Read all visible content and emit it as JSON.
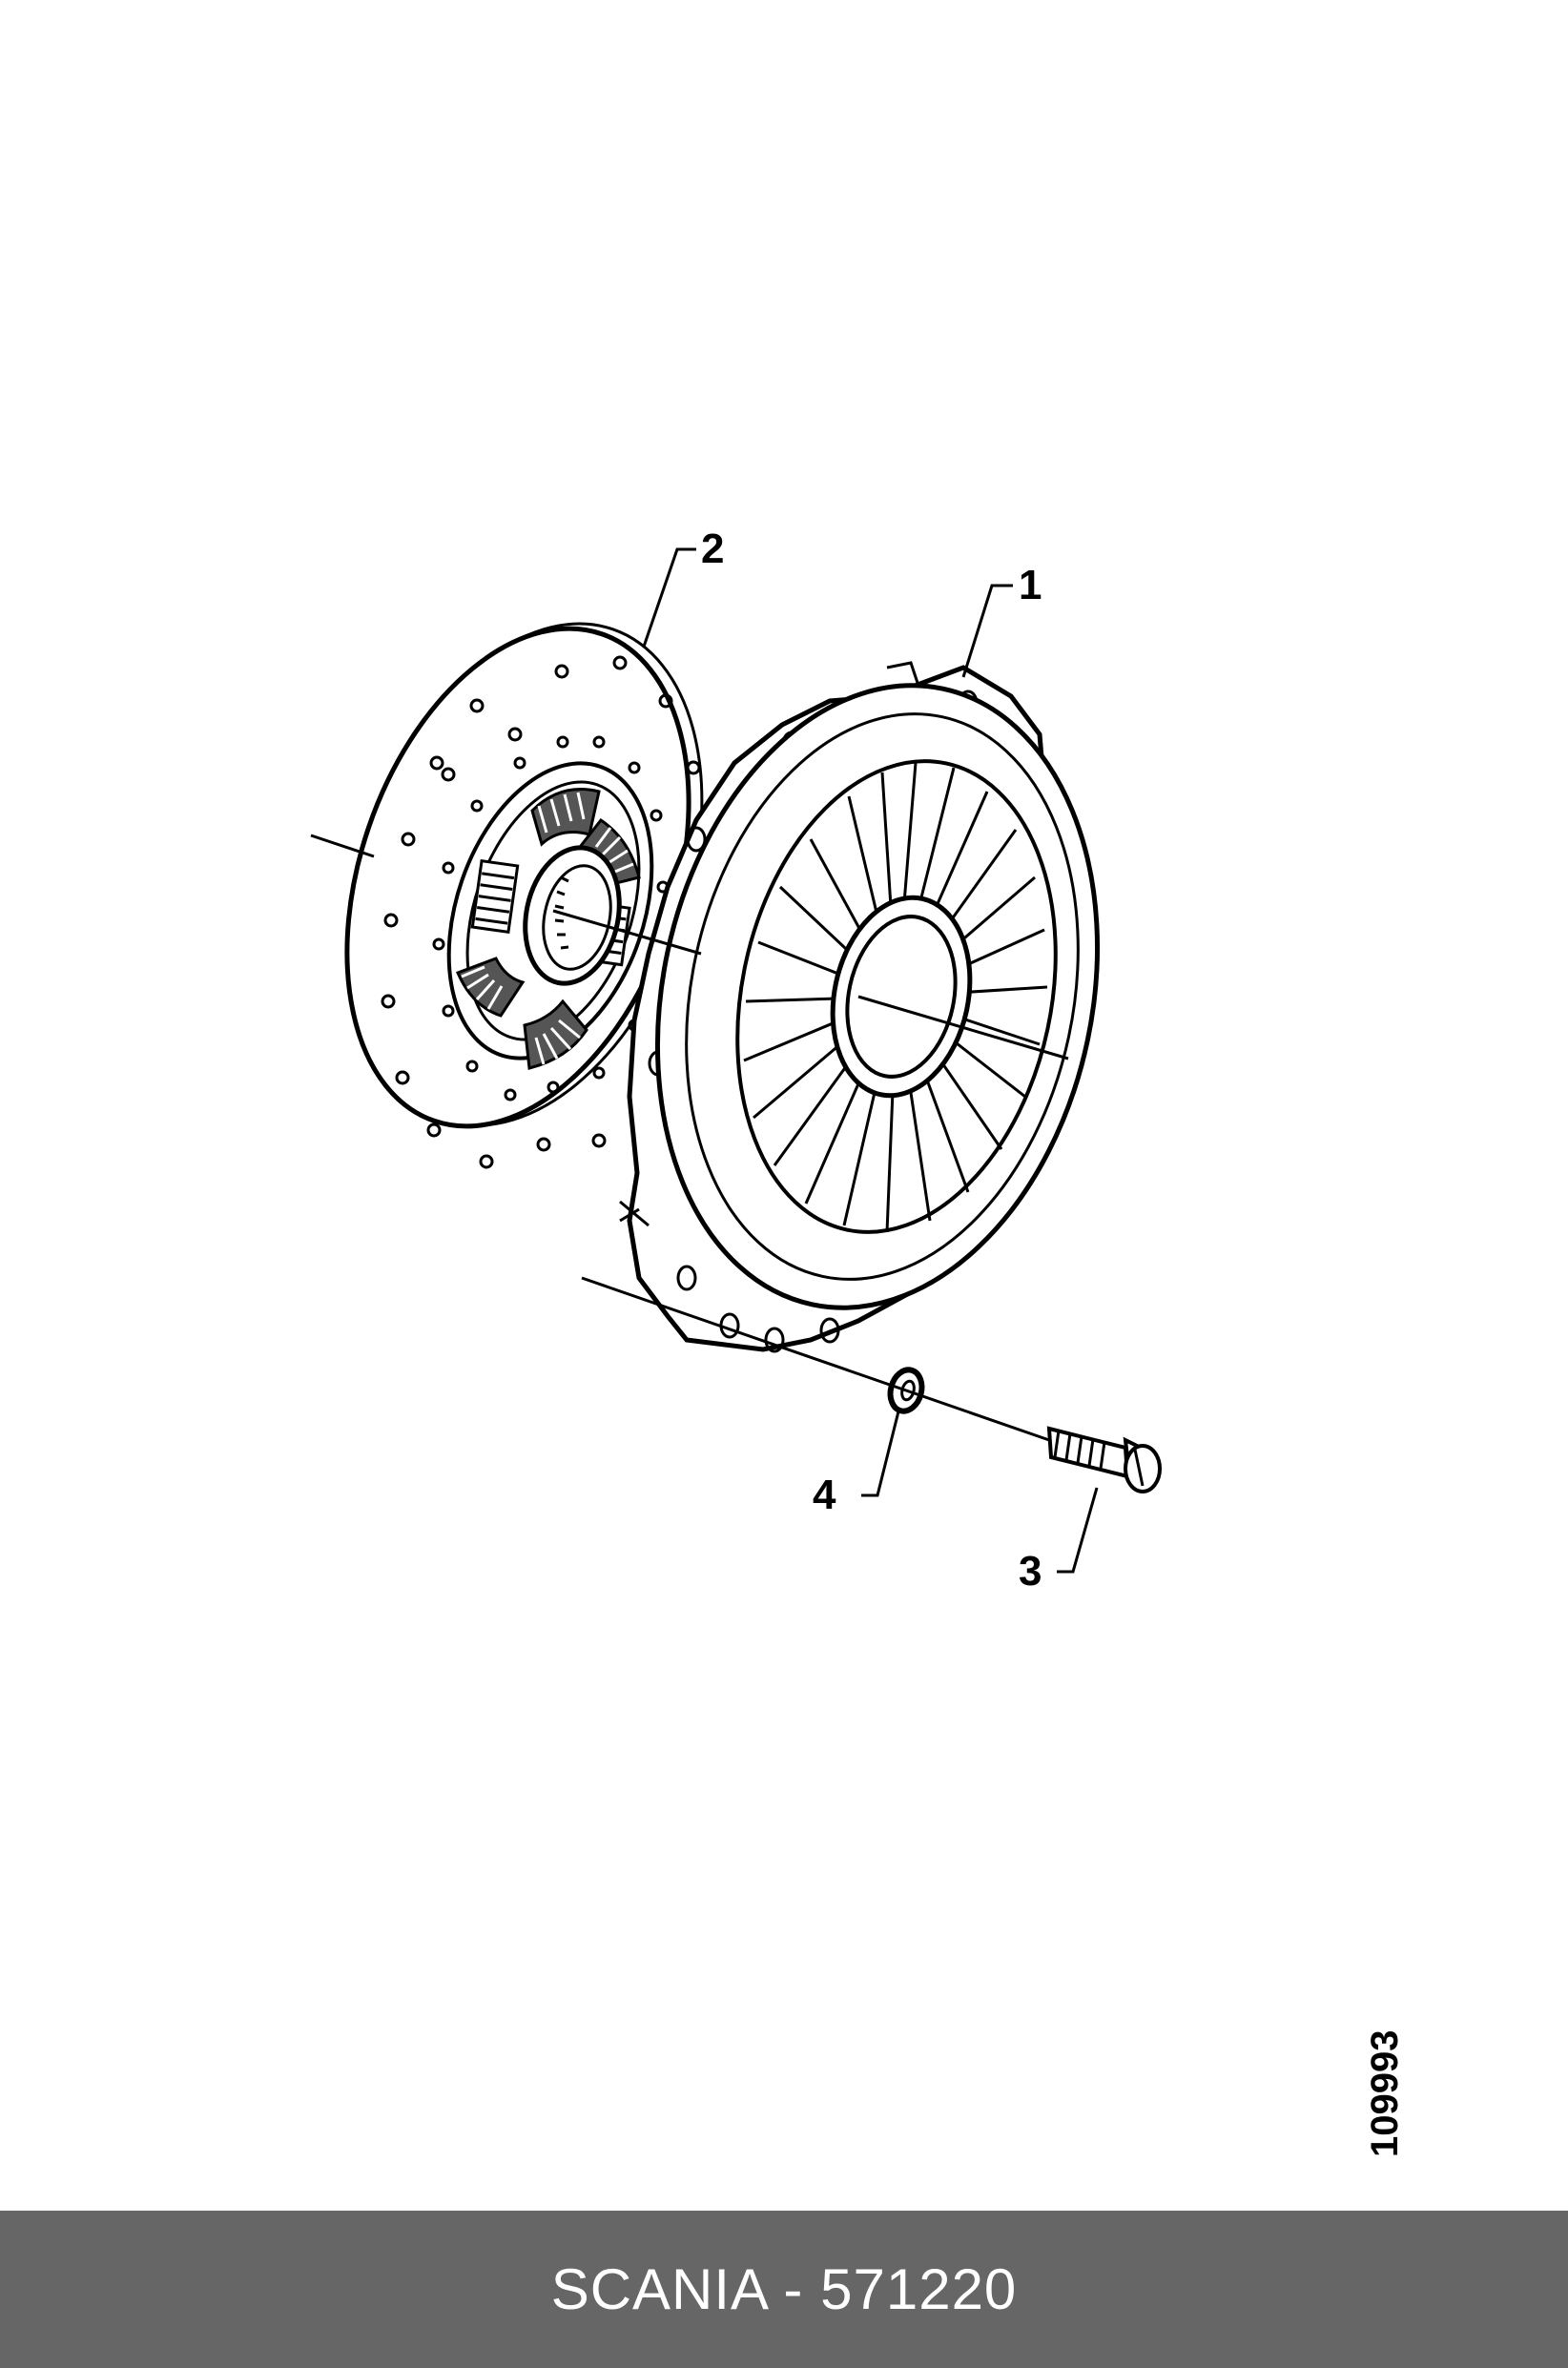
{
  "diagram": {
    "callouts": [
      {
        "id": "1",
        "label": "1"
      },
      {
        "id": "2",
        "label": "2"
      },
      {
        "id": "3",
        "label": "3"
      },
      {
        "id": "4",
        "label": "4"
      }
    ],
    "reference_number": "109993"
  },
  "footer": {
    "text": "SCANIA - 571220",
    "background": "#666666",
    "color": "#ffffff"
  }
}
